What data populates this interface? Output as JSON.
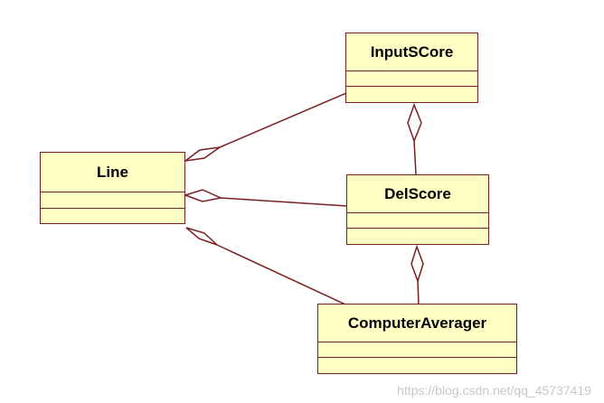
{
  "diagram": {
    "classes": {
      "input_score": {
        "name": "InputSCore"
      },
      "line": {
        "name": "Line"
      },
      "del_score": {
        "name": "DelScore"
      },
      "computer_averager": {
        "name": "ComputerAverager"
      }
    },
    "relations": [
      {
        "type": "aggregation",
        "whole": "Line",
        "part": "InputSCore"
      },
      {
        "type": "aggregation",
        "whole": "Line",
        "part": "DelScore"
      },
      {
        "type": "aggregation",
        "whole": "Line",
        "part": "ComputerAverager"
      },
      {
        "type": "aggregation",
        "whole": "InputSCore",
        "part": "DelScore"
      },
      {
        "type": "aggregation",
        "whole": "DelScore",
        "part": "ComputerAverager"
      }
    ],
    "colors": {
      "box_fill": "#ffffc4",
      "stroke": "#7a1f1f",
      "text": "#000000",
      "watermark": "#c8c8c8"
    }
  },
  "watermark": "https://blog.csdn.net/qq_45737419"
}
